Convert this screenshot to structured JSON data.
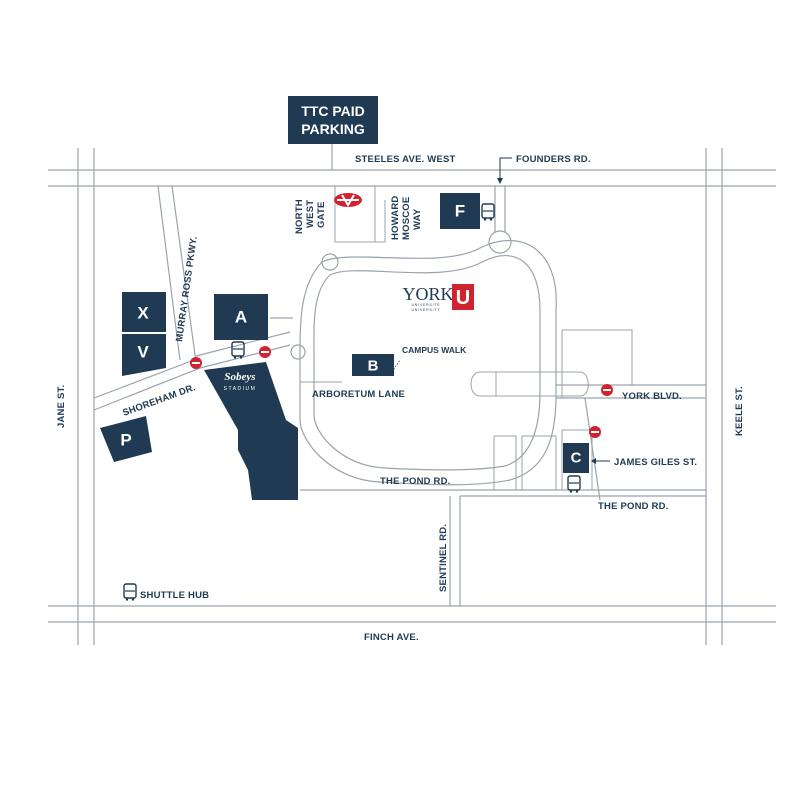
{
  "colors": {
    "navy": "#1f3a52",
    "road": "#9aa3ad",
    "red": "#d0232f"
  },
  "ttc": {
    "line1": "TTC PAID",
    "line2": "PARKING"
  },
  "streets": {
    "steeles": "STEELES AVE. WEST",
    "founders": "FOUNDERS RD.",
    "finch": "FINCH AVE.",
    "jane": "JANE ST.",
    "keele": "KEELE ST.",
    "murray": "MURRAY ROSS PKWY.",
    "shoreham": "SHOREHAM DR.",
    "arboretum": "ARBORETUM LANE",
    "campus_walk": "CAMPUS WALK",
    "pond_rd_1": "THE POND RD.",
    "pond_rd_2": "THE POND RD.",
    "sentinel": "SENTINEL RD.",
    "york_blvd": "YORK BLVD.",
    "james_giles": "JAMES GILES ST.",
    "north_west_gate": [
      "NORTH",
      "WEST",
      "GATE"
    ],
    "howard_moscoe": [
      "HOWARD",
      "MOSCOE",
      "WAY"
    ],
    "shuttle_hub": "SHUTTLE HUB"
  },
  "lots": [
    {
      "id": "A",
      "label": "A"
    },
    {
      "id": "B",
      "label": "B"
    },
    {
      "id": "C",
      "label": "C"
    },
    {
      "id": "F",
      "label": "F"
    },
    {
      "id": "P",
      "label": "P"
    },
    {
      "id": "V",
      "label": "V"
    },
    {
      "id": "X",
      "label": "X"
    }
  ],
  "stadium": {
    "name": "Sobeys",
    "sub": "STADIUM"
  },
  "york": {
    "name": "YORK",
    "sub1": "UNIVERSITÉ",
    "sub2": "UNIVERSITY",
    "mark": "U"
  },
  "icons": [
    "ttc-subway-icon",
    "bus-icon",
    "no-entry-icon"
  ]
}
